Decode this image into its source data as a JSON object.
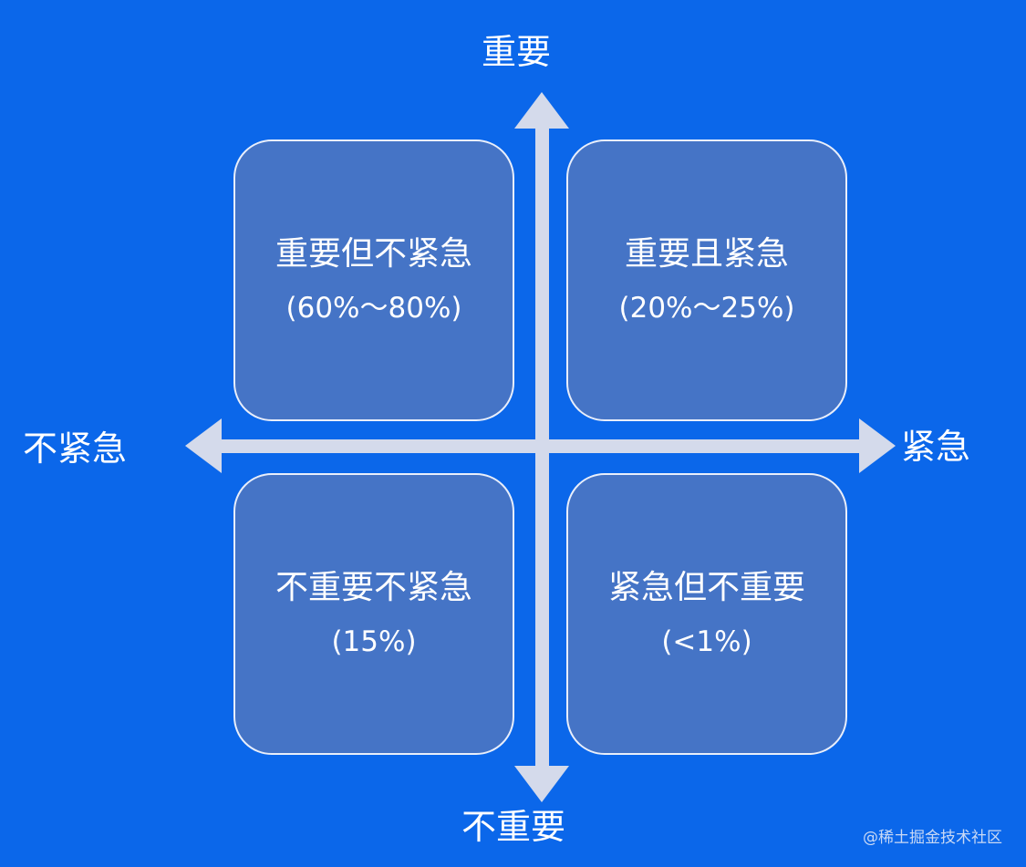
{
  "axes": {
    "top": "重要",
    "bottom": "不重要",
    "left": "不紧急",
    "right": "紧急"
  },
  "quadrants": {
    "top_left": {
      "title": "重要但不紧急",
      "percent": "(60%～80%)"
    },
    "top_right": {
      "title": "重要且紧急",
      "percent": "(20%～25%)"
    },
    "bottom_left": {
      "title": "不重要不紧急",
      "percent": "(15%)"
    },
    "bottom_right": {
      "title": "紧急但不重要",
      "percent": "(<1%)"
    }
  },
  "watermark": "@稀土掘金技术社区",
  "colors": {
    "background": "#0b67ea",
    "quadrant_fill": "#4574c6",
    "quadrant_border": "#e8eefb",
    "axis": "#d4daeb"
  }
}
